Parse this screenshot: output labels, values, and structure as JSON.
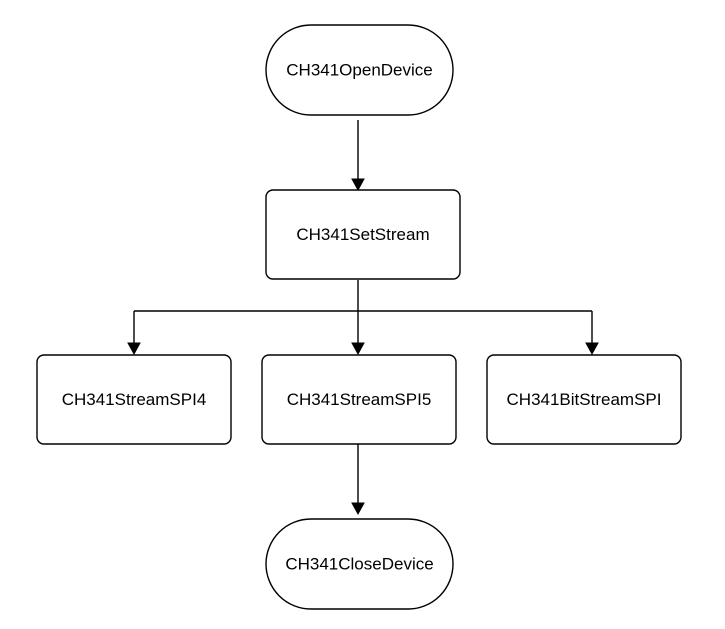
{
  "diagram": {
    "type": "flowchart",
    "colors": {
      "background": "#ffffff",
      "stroke": "#000000",
      "text": "#000000"
    },
    "nodes": {
      "open_device": {
        "label": "CH341OpenDevice",
        "shape": "terminator"
      },
      "set_stream": {
        "label": "CH341SetStream",
        "shape": "process"
      },
      "stream_spi4": {
        "label": "CH341StreamSPI4",
        "shape": "process"
      },
      "stream_spi5": {
        "label": "CH341StreamSPI5",
        "shape": "process"
      },
      "bit_stream_spi": {
        "label": "CH341BitStreamSPI",
        "shape": "process"
      },
      "close_device": {
        "label": "CH341CloseDevice",
        "shape": "terminator"
      }
    },
    "edges": [
      {
        "from": "CH341OpenDevice",
        "to": "CH341SetStream"
      },
      {
        "from": "CH341SetStream",
        "to": "CH341StreamSPI4"
      },
      {
        "from": "CH341SetStream",
        "to": "CH341StreamSPI5"
      },
      {
        "from": "CH341SetStream",
        "to": "CH341BitStreamSPI"
      },
      {
        "from": "CH341StreamSPI5",
        "to": "CH341CloseDevice"
      }
    ]
  }
}
